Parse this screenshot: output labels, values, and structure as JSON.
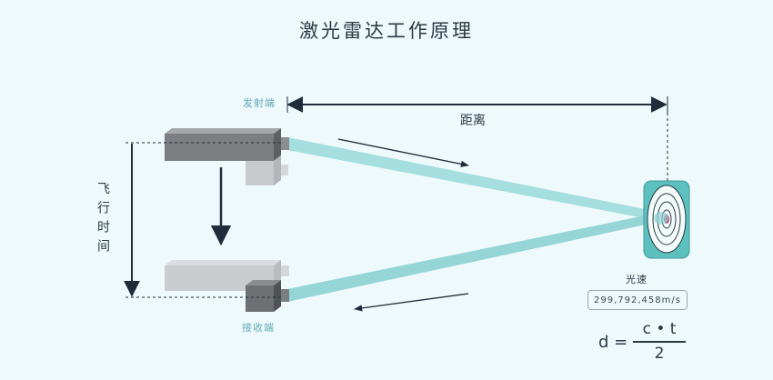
{
  "title": "激光雷达工作原理",
  "labels": {
    "emitter": "发射端",
    "receiver": "接收端",
    "distance": "距离",
    "flight_time": "飞行时间",
    "light_speed": "光速"
  },
  "speed_value": "299,792,458m/s",
  "formula": {
    "lhs": "d =",
    "numerator": "c • t",
    "denominator": "2"
  },
  "colors": {
    "background": "#eef9fc",
    "beam": "#8ed6d6",
    "target": "#5bc0be",
    "dark_block": "#7c7f82",
    "light_block": "#c9cdd0",
    "arrow": "#1f2d3a"
  }
}
